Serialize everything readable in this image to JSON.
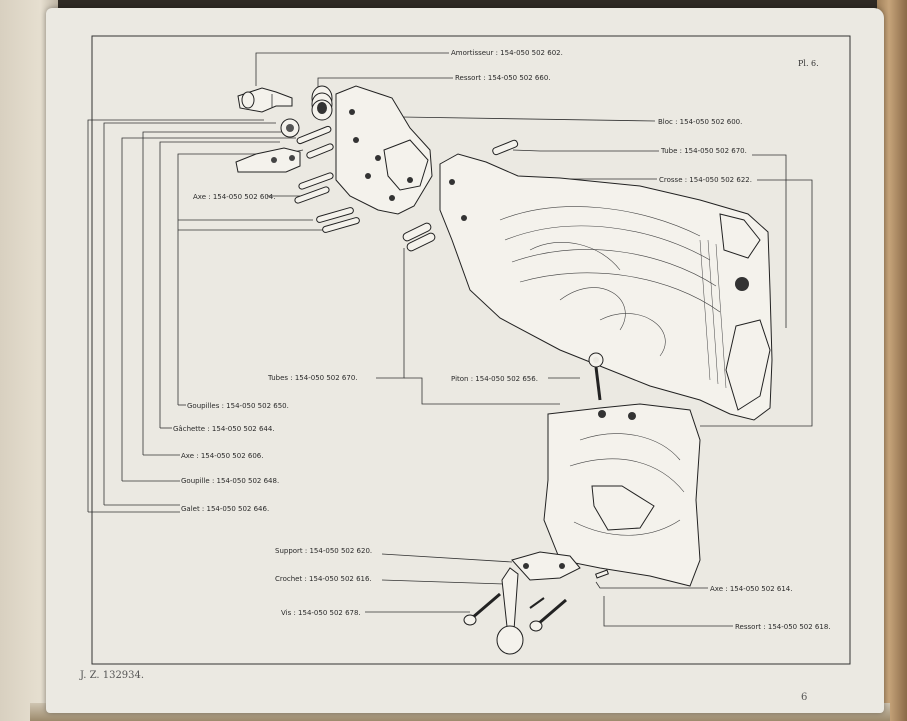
{
  "plate": {
    "number": "Pl. 6.",
    "reference": "J. Z. 132934.",
    "page_number": "6"
  },
  "callouts": [
    {
      "id": "amortisseur",
      "text": "Amortisseur : 154-050 502 602."
    },
    {
      "id": "ressort-top",
      "text": "Ressort : 154-050 502 660."
    },
    {
      "id": "bloc",
      "text": "Bloc : 154-050 502 600."
    },
    {
      "id": "tube",
      "text": "Tube : 154-050 502 670."
    },
    {
      "id": "crosse",
      "text": "Crosse : 154-050 502 622."
    },
    {
      "id": "axe-604",
      "text": "Axe : 154-050 502 604."
    },
    {
      "id": "tubes",
      "text": "Tubes : 154-050 502 670."
    },
    {
      "id": "piton",
      "text": "Piton : 154-050 502 656."
    },
    {
      "id": "goupilles",
      "text": "Goupilles : 154-050 502 650."
    },
    {
      "id": "gachette",
      "text": "Gâchette : 154-050 502 644."
    },
    {
      "id": "axe-606",
      "text": "Axe : 154-050 502 606."
    },
    {
      "id": "goupille",
      "text": "Goupille : 154-050 502 648."
    },
    {
      "id": "galet",
      "text": "Galet : 154-050 502 646."
    },
    {
      "id": "support",
      "text": "Support : 154-050 502 620."
    },
    {
      "id": "crochet",
      "text": "Crochet : 154-050 502 616."
    },
    {
      "id": "vis",
      "text": "Vis : 154-050 502 678."
    },
    {
      "id": "axe-614",
      "text": "Axe : 154-050 502 614."
    },
    {
      "id": "ressort-bottom",
      "text": "Ressort : 154-050 502 618."
    }
  ]
}
